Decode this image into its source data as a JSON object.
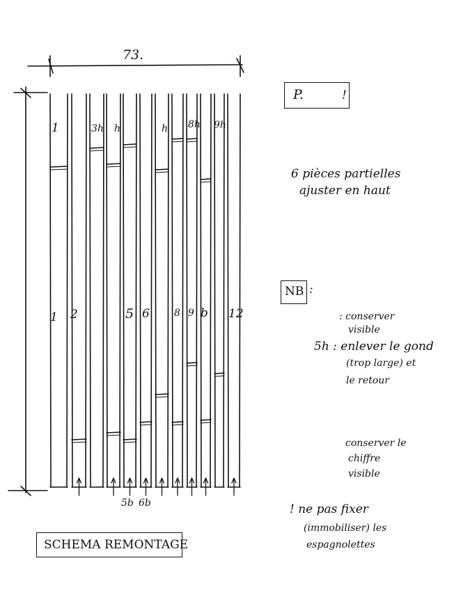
{
  "drawing": {
    "overall_width": "73.",
    "top_labels": [
      "1",
      "3h",
      "h",
      "h",
      "8h",
      "9h"
    ],
    "plank_labels": [
      "1",
      "2",
      "5",
      "6",
      "8",
      "9",
      "b",
      "12"
    ],
    "bottom_labels": [
      "5b",
      "6b"
    ],
    "title": "SCHEMA REMONTAGE"
  },
  "notes": {
    "p_box": "P.",
    "p_mark": "!",
    "partial_pieces": [
      "6 pièces partielles",
      "ajuster en haut"
    ],
    "nb_label": "NB",
    "nb_colon": ":",
    "keep_visible": [
      ": conserver",
      "visible"
    ],
    "sh_note": [
      "5h : enlever le gond",
      "(trop large) et",
      "le retour"
    ],
    "keep_number": [
      "conserver le",
      "chiffre",
      "visible"
    ],
    "warning": [
      "! ne pas fixer",
      "(immobiliser) les",
      "espagnolettes"
    ]
  },
  "colors": {
    "ink": "#111111",
    "paper": "#ffffff"
  }
}
